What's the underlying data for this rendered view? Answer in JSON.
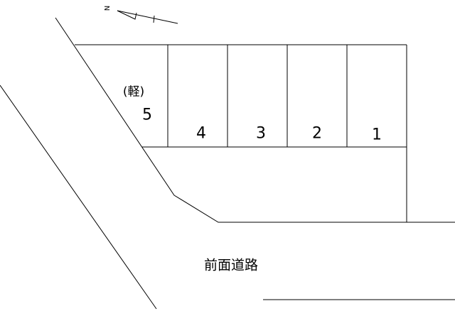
{
  "north_label": "N",
  "spaces": [
    {
      "number": "1"
    },
    {
      "number": "2"
    },
    {
      "number": "3"
    },
    {
      "number": "4"
    },
    {
      "number": "5",
      "note": "(軽)"
    }
  ],
  "road_label": "前面道路",
  "line_color": "#000000"
}
